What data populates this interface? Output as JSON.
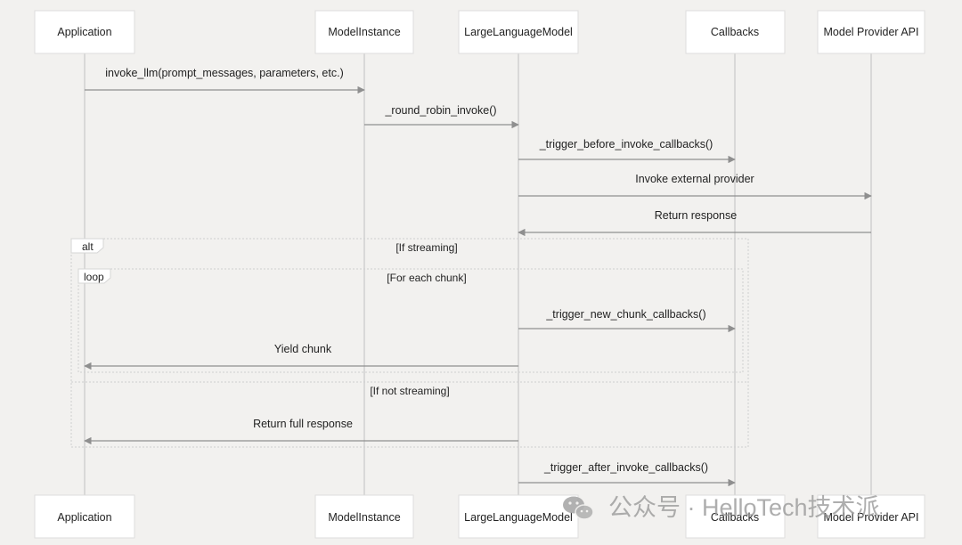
{
  "participants": [
    {
      "id": "app",
      "label": "Application"
    },
    {
      "id": "mi",
      "label": "ModelInstance"
    },
    {
      "id": "llm",
      "label": "LargeLanguageModel"
    },
    {
      "id": "cb",
      "label": "Callbacks"
    },
    {
      "id": "api",
      "label": "Model Provider API"
    }
  ],
  "messages": [
    {
      "from": "app",
      "to": "mi",
      "label": "invoke_llm(prompt_messages, parameters, etc.)"
    },
    {
      "from": "mi",
      "to": "llm",
      "label": "_round_robin_invoke()"
    },
    {
      "from": "llm",
      "to": "cb",
      "label": "_trigger_before_invoke_callbacks()"
    },
    {
      "from": "llm",
      "to": "api",
      "label": "Invoke external provider"
    },
    {
      "from": "api",
      "to": "llm",
      "label": "Return response"
    },
    {
      "from": "llm",
      "to": "cb",
      "label": "_trigger_new_chunk_callbacks()"
    },
    {
      "from": "llm",
      "to": "app",
      "label": "Yield chunk"
    },
    {
      "from": "llm",
      "to": "app",
      "label": "Return full response"
    },
    {
      "from": "llm",
      "to": "cb",
      "label": "_trigger_after_invoke_callbacks()"
    }
  ],
  "frames": {
    "alt": {
      "tag": "alt",
      "condition": "[If streaming]",
      "else_condition": "[If not streaming]"
    },
    "loop": {
      "tag": "loop",
      "condition": "[For each chunk]"
    }
  },
  "watermark": {
    "icon": "wechat-icon",
    "text": "公众号 · HelloTech技术派"
  }
}
